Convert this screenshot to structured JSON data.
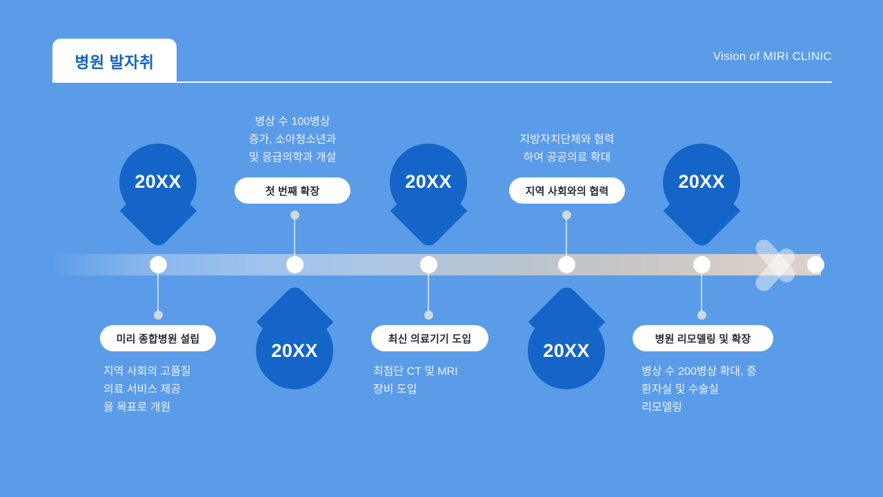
{
  "header": {
    "title": "병원 발자취",
    "subtitle": "Vision of MIRI CLINIC"
  },
  "timeline": {
    "arrow_icon": "chevron-right-arrow-icon",
    "events": [
      {
        "year": "20XX",
        "pill": "미리 종합병원 설립",
        "description": "지역 사회의 고품질\n의료 서비스 제공\n을 목표로 개원",
        "desc_line1": "지역 사회의 고품질",
        "desc_line2": "의료 서비스 제공",
        "desc_line3": "을 목표로 개원",
        "position": "top"
      },
      {
        "year": "20XX",
        "pill": "첫 번째 확장",
        "desc_line1": "병상 수 100병상",
        "desc_line2": "증가, 소아청소년과",
        "desc_line3": "및 응급의학과 개설",
        "position": "bottom"
      },
      {
        "year": "20XX",
        "pill": "최신 의료기기 도입",
        "desc_line1": "최첨단 CT 및 MRI",
        "desc_line2": "장비 도입",
        "desc_line3": "",
        "position": "top"
      },
      {
        "year": "20XX",
        "pill": "지역 사회와의 협력",
        "desc_line1": "지방자치단체와 협력",
        "desc_line2": "하여 공공의료 확대",
        "desc_line3": "",
        "position": "bottom"
      },
      {
        "year": "20XX",
        "pill": "병원 리모델링 및 확장",
        "desc_line1": "병상 수 200병상 확대, 중",
        "desc_line2": "환자실 및 수술실",
        "desc_line3": "리모델링",
        "position": "top"
      }
    ]
  },
  "colors": {
    "background": "#5b9ce8",
    "pin": "#1565C8",
    "title_text": "#1462c4",
    "pill_background": "#ffffff",
    "pill_text": "#262b33",
    "description_text": "#eaf1fb"
  }
}
